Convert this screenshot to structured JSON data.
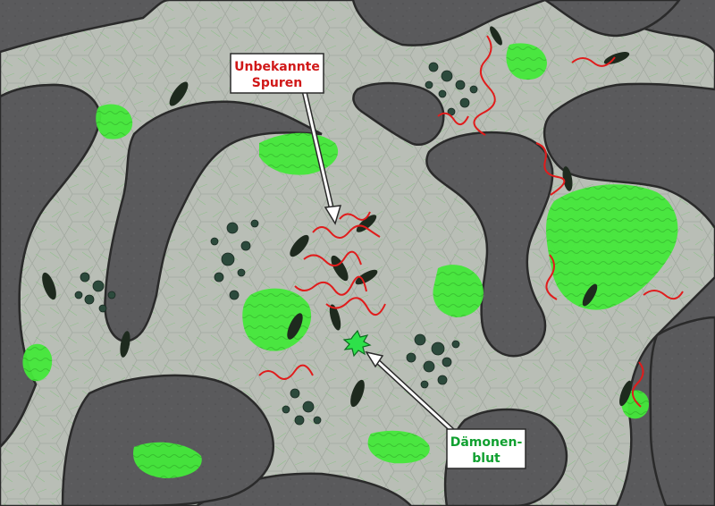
{
  "map": {
    "callouts": [
      {
        "id": "unknown-tracks",
        "lines": [
          "Unbekannte",
          "Spuren"
        ],
        "text_color": "#d01818"
      },
      {
        "id": "demon-blood",
        "lines": [
          "Dämonen-",
          "blut"
        ],
        "text_color": "#10a030"
      }
    ],
    "colors": {
      "rock": "#5a5a5c",
      "floor": "#b8bdb6",
      "floor_outline": "#2a2a2a",
      "slime": "#44e83a",
      "tracks": "#e01c1c",
      "demon_blood": "#2ee04a",
      "creature": "#1e2a1e",
      "pit": "#2c4a3c"
    },
    "icons": [
      "creature-silhouette-icon",
      "pit-hole-icon",
      "blood-splat-icon",
      "track-squiggle-icon"
    ]
  }
}
